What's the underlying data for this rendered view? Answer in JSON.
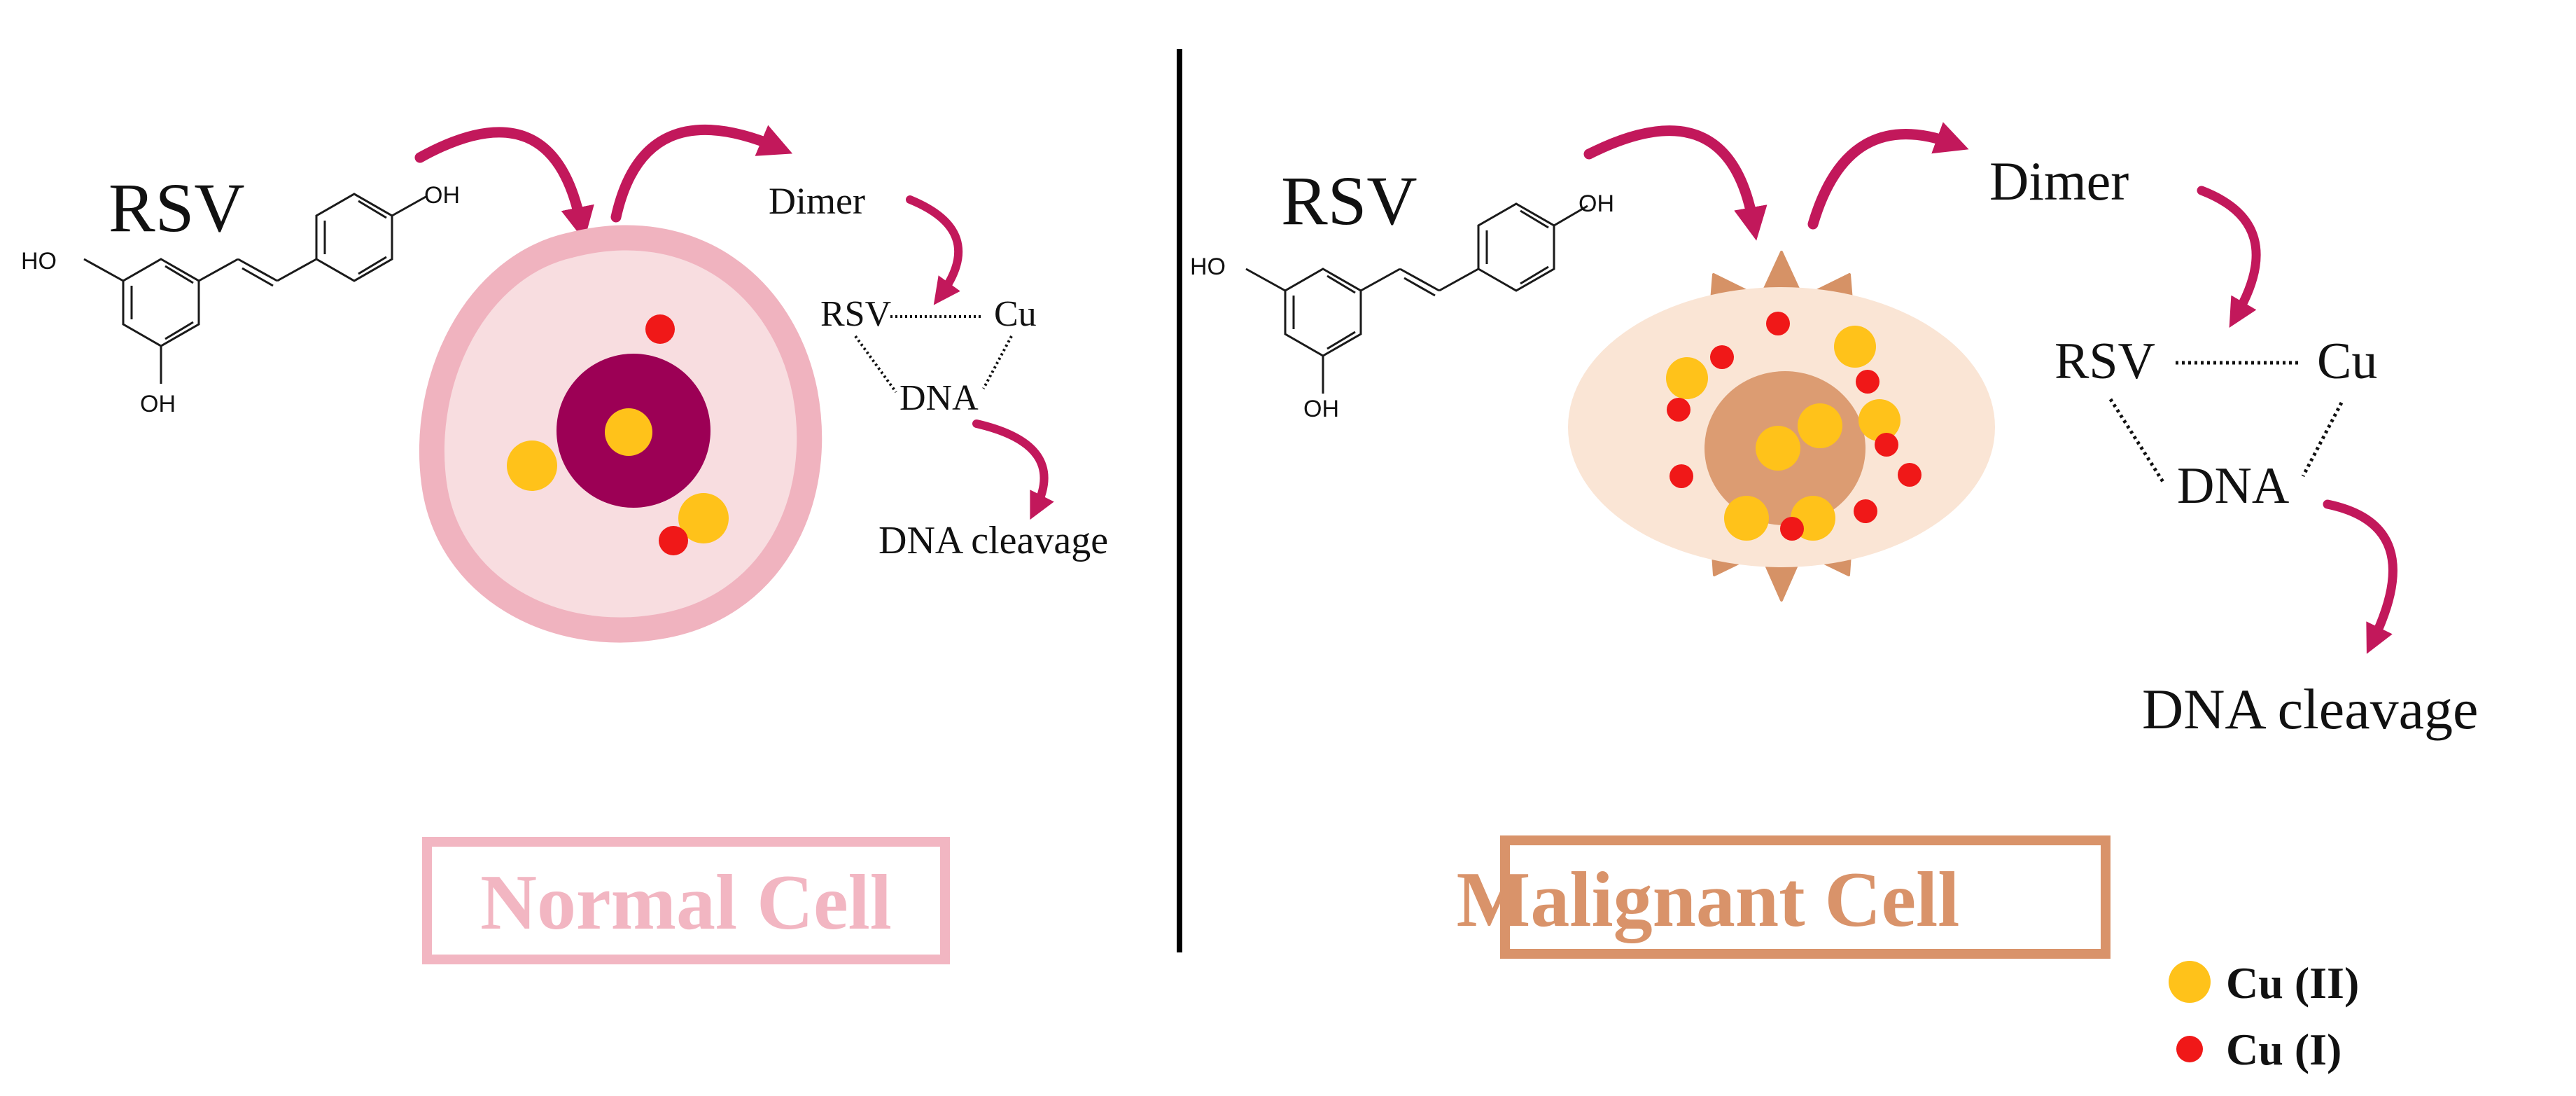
{
  "colors": {
    "arrow": "#c2185b",
    "normal_outer": "#f4b9c4",
    "normal_membrane": "#f0b3bf",
    "normal_cytoplasm": "#f8dde0",
    "normal_nucleus_ring": "#9c0055",
    "malignant_outer": "#d69266",
    "malignant_cytoplasm": "#fae5d5",
    "malignant_nucleus": "#dc9c72",
    "cu2": "#ffc21a",
    "cu1": "#f01818",
    "divider": "#000000"
  },
  "left_panel": {
    "molecule_label": "RSV",
    "oh_top": "OH",
    "ho_left": "HO",
    "oh_bottom": "OH",
    "dimer": "Dimer",
    "rsv": "RSV",
    "cu": "Cu",
    "dna": "DNA",
    "dna_cleavage": "DNA cleavage",
    "cell_label": "Normal Cell",
    "cell_label_color": "#f2b6c2"
  },
  "right_panel": {
    "molecule_label": "RSV",
    "oh_top": "OH",
    "ho_left": "HO",
    "oh_bottom": "OH",
    "dimer": "Dimer",
    "rsv": "RSV",
    "cu": "Cu",
    "dna": "DNA",
    "dna_cleavage": "DNA cleavage",
    "cell_label": "Malignant Cell",
    "cell_label_color": "#d9936a"
  },
  "legend": {
    "items": [
      {
        "label": "Cu (II)",
        "color": "#ffc21a"
      },
      {
        "label": "Cu (I)",
        "color": "#f01818"
      }
    ]
  }
}
